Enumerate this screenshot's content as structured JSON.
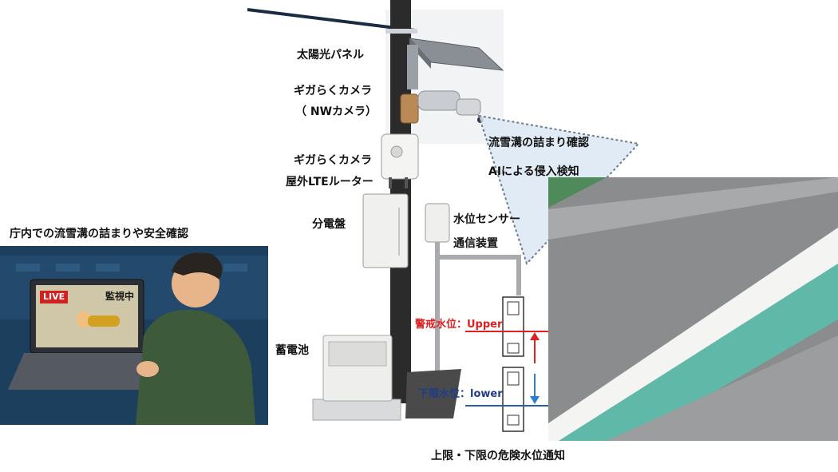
{
  "labels": {
    "solar_panel": "太陽光パネル",
    "camera": "ギガらくカメラ",
    "camera_sub": "（ NWカメラ）",
    "router_1": "ギガらくカメラ",
    "router_2": "屋外LTEルーター",
    "distribution_board": "分電盤",
    "water_sensor_1": "水位センサー",
    "water_sensor_2": "通信装置",
    "battery": "蓄電池",
    "office_caption": "庁内での流雪溝の詰まりや安全確認",
    "detect_1": "流雪溝の詰まり確認",
    "detect_2": "AIによる侵入検知",
    "upper_level": "警戒水位：Upper",
    "lower_level": "下限水位：lower",
    "notice": "上限・下限の危険水位通知"
  },
  "laptop_screen": {
    "live_badge": "LIVE",
    "monitoring": "監視中"
  },
  "colors": {
    "upper": "#e02020",
    "lower": "#1f3d8a",
    "arrow_up": "#e02020",
    "arrow_down": "#2a7fd4",
    "office_bg": "#1d3f5e",
    "channel_water": "#5fb8a8"
  }
}
